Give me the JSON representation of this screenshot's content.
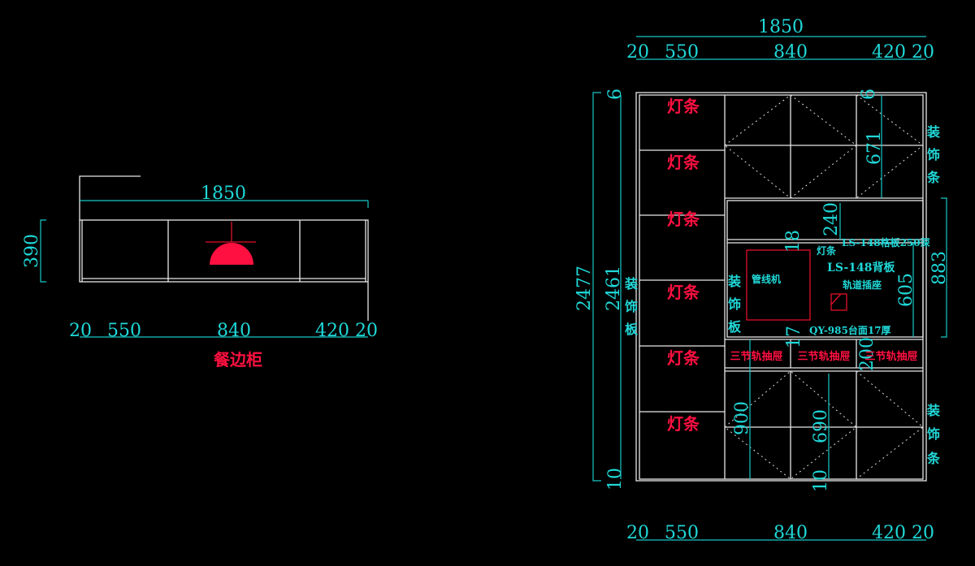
{
  "colors": {
    "background": "#000000",
    "lines": "#e8e8e8",
    "dimensions": "#18c8c8",
    "labels": "#ff1040"
  },
  "left_view": {
    "title": "餐边柜",
    "overall_width": "1850",
    "height": "390",
    "segments": [
      "20",
      "550",
      "840",
      "420",
      "20"
    ],
    "lamp_icon": "pendant-lamp-icon"
  },
  "right_view": {
    "overall_width": "1850",
    "top_segments": [
      "20",
      "550",
      "840",
      "420",
      "20"
    ],
    "bottom_segments": [
      "20",
      "550",
      "840",
      "420",
      "20"
    ],
    "total_height": "2477",
    "inner_height": "2461",
    "dims": {
      "top_gap": "6",
      "bottom_gap": "10",
      "top_gap_right": "6",
      "upper_cabinet": "671",
      "niche": "883",
      "shelf_gap": "240",
      "niche_inner": "605",
      "shelf_thk": "18",
      "counter_thk": "17",
      "drawer": "200",
      "lower_cabinet": "900",
      "lower_door": "690",
      "lower_gap": "10"
    },
    "light_strip": "灯条",
    "light_strips": [
      "灯条",
      "灯条",
      "灯条",
      "灯条",
      "灯条",
      "灯条"
    ],
    "decor_panel": [
      "装",
      "饰",
      "板"
    ],
    "decor_strip": [
      "装",
      "饰",
      "条"
    ],
    "shelf_label": "LS-148格板250深",
    "small_light": "灯条",
    "back_panel": "LS-148背板",
    "socket": "轨道插座",
    "appliance": "管线机",
    "countertop": "QY-985台面17厚",
    "drawers": [
      "三节轨抽屉",
      "三节轨抽屉",
      "三节轨抽屉"
    ]
  }
}
